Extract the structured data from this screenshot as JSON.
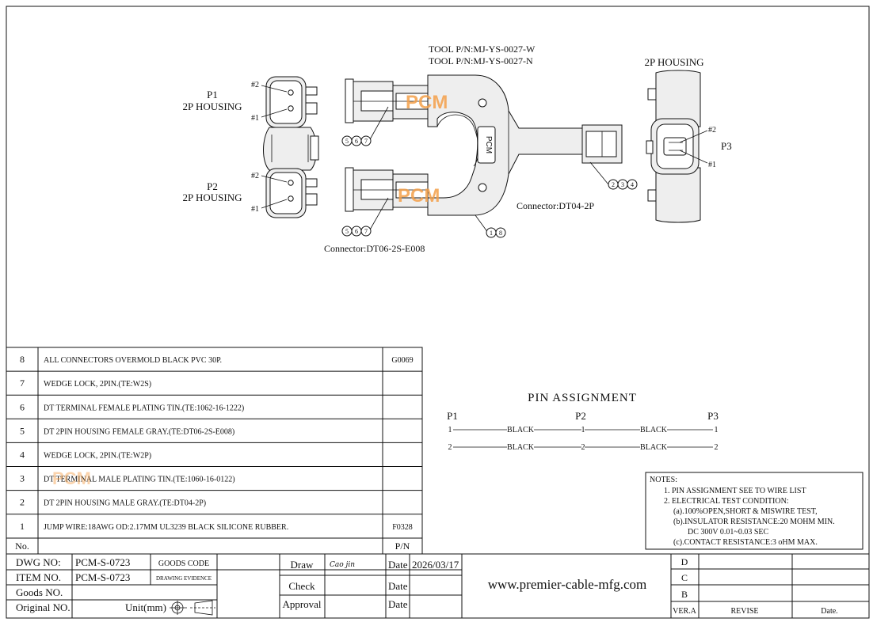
{
  "drawing": {
    "tool_pn": [
      "TOOL P/N:MJ-YS-0027-W",
      "TOOL P/N:MJ-YS-0027-N"
    ],
    "p1": {
      "name": "P1",
      "housing": "2P HOUSING",
      "pin2": "#2",
      "pin1": "#1"
    },
    "p2": {
      "name": "P2",
      "housing": "2P HOUSING",
      "pin2": "#2",
      "pin1": "#1"
    },
    "p3": {
      "name": "P3",
      "housing": "2P HOUSING",
      "pin2": "#2",
      "pin1": "#1"
    },
    "connector_left": "Connector:DT06-2S-E008",
    "connector_right": "Connector:DT04-2P",
    "balloons": {
      "top_left": [
        "5",
        "6",
        "7"
      ],
      "bottom_left": [
        "5",
        "6",
        "7"
      ],
      "right": [
        "2",
        "3",
        "4"
      ],
      "overmold": [
        "1",
        "8"
      ]
    },
    "overmold_label": "PCM",
    "watermark": "PCM"
  },
  "bom": {
    "rows": [
      {
        "no": "8",
        "desc": "ALL CONNECTORS OVERMOLD BLACK PVC 30P.",
        "pn": "G0069"
      },
      {
        "no": "7",
        "desc": "WEDGE LOCK, 2PIN.(TE:W2S)",
        "pn": ""
      },
      {
        "no": "6",
        "desc": "DT TERMINAL FEMALE PLATING TIN.(TE:1062-16-1222)",
        "pn": ""
      },
      {
        "no": "5",
        "desc": "DT 2PIN HOUSING FEMALE GRAY.(TE:DT06-2S-E008)",
        "pn": ""
      },
      {
        "no": "4",
        "desc": "WEDGE LOCK, 2PIN.(TE:W2P)",
        "pn": ""
      },
      {
        "no": "3",
        "desc": "DT TERMINAL MALE PLATING TIN.(TE:1060-16-0122)",
        "pn": ""
      },
      {
        "no": "2",
        "desc": "DT 2PIN HOUSING MALE GRAY.(TE:DT04-2P)",
        "pn": ""
      },
      {
        "no": "1",
        "desc": "JUMP WIRE:18AWG OD:2.17MM UL3239 BLACK SILICONE RUBBER.",
        "pn": "F0328"
      }
    ],
    "header": {
      "no": "No.",
      "pn": "P/N"
    }
  },
  "pin_assignment": {
    "title": "PIN ASSIGNMENT",
    "columns": [
      "P1",
      "P2",
      "P3"
    ],
    "rows": [
      {
        "p1": "1",
        "c1": "BLACK",
        "p2": "1",
        "c2": "BLACK",
        "p3": "1"
      },
      {
        "p1": "2",
        "c1": "BLACK",
        "p2": "2",
        "c2": "BLACK",
        "p3": "2"
      }
    ]
  },
  "notes": {
    "title": "NOTES:",
    "lines": [
      "1. PIN ASSIGNMENT SEE TO WIRE LIST",
      "2. ELECTRICAL TEST CONDITION:",
      "(a).100%OPEN,SHORT & MISWIRE TEST,",
      "(b).INSULATOR RESISTANCE:20 MOHM MIN.",
      "DC 300V 0.01~0.03 SEC",
      "(c).CONTACT RESISTANCE:3 oHM MAX."
    ]
  },
  "title_block": {
    "dwg_no_label": "DWG NO:",
    "dwg_no": "PCM-S-0723",
    "item_no_label": "ITEM NO.",
    "item_no": "PCM-S-0723",
    "goods_no_label": "Goods NO.",
    "original_no_label": "Original NO.",
    "goods_code": "GOODS CODE",
    "drawing_evidence": "DRAWING EVIDENCE",
    "unit": "Unit(mm)",
    "draw": "Draw",
    "draw_sign": "Cao jin",
    "check": "Check",
    "approval": "Approval",
    "date_label": "Date",
    "date": "2026/03/17",
    "website": "www.premier-cable-mfg.com",
    "rev_rows": [
      "D",
      "C",
      "B"
    ],
    "ver": "VER.A",
    "revise": "REVISE",
    "rev_date": "Date."
  }
}
